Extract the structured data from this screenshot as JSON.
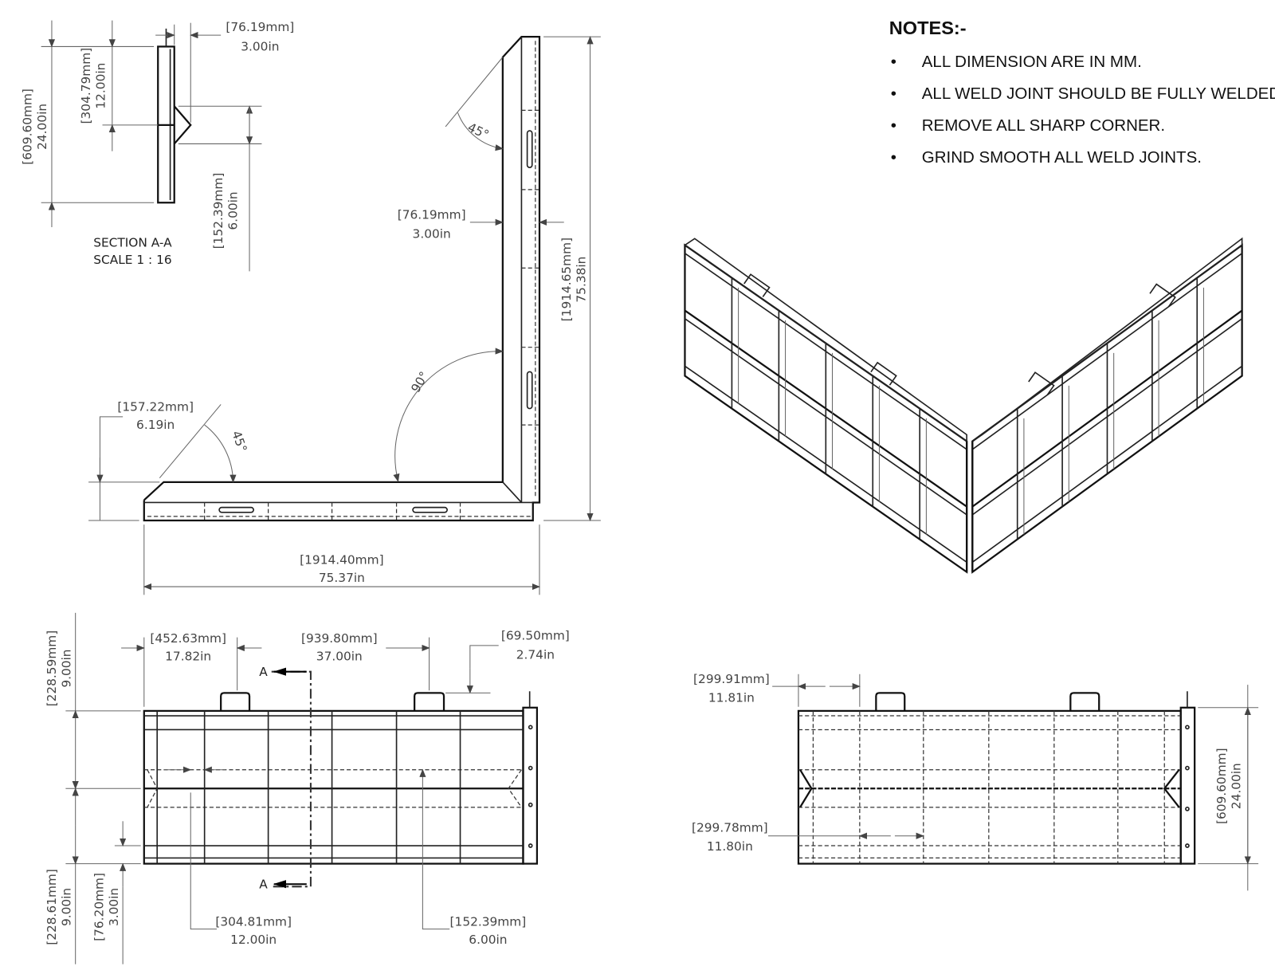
{
  "notes": {
    "title": "NOTES:-",
    "items": [
      "ALL DIMENSION ARE IN MM.",
      "ALL WELD JOINT SHOULD BE FULLY WELDED",
      "REMOVE ALL SHARP CORNER.",
      "GRIND SMOOTH ALL WELD JOINTS."
    ],
    "bullet": "•"
  },
  "section": {
    "title": "SECTION A-A",
    "scale": "SCALE 1 : 16",
    "dims": {
      "width": {
        "mm": "[76.19mm]",
        "in": "3.00in"
      },
      "half": {
        "mm": "[304.79mm]",
        "in": "12.00in"
      },
      "height": {
        "mm": "[609.60mm]",
        "in": "24.00in"
      },
      "bracket": {
        "mm": "[152.39mm]",
        "in": "6.00in"
      }
    }
  },
  "plan": {
    "dims": {
      "thickness": {
        "mm": "[76.19mm]",
        "in": "3.00in"
      },
      "vertical_length": {
        "mm": "[1914.65mm]",
        "in": "75.38in"
      },
      "chamfer": {
        "mm": "[157.22mm]",
        "in": "6.19in"
      },
      "horizontal_length": {
        "mm": "[1914.40mm]",
        "in": "75.37in"
      }
    },
    "angles": {
      "top": "45°",
      "corner": "90°",
      "left": "45°"
    }
  },
  "front": {
    "section_label": "A",
    "dims": {
      "handle_offset": {
        "mm": "[452.63mm]",
        "in": "17.82in"
      },
      "handle_spacing": {
        "mm": "[939.80mm]",
        "in": "37.00in"
      },
      "handle_height": {
        "mm": "[69.50mm]",
        "in": "2.74in"
      },
      "upper": {
        "mm": "[228.59mm]",
        "in": "9.00in"
      },
      "lower": {
        "mm": "[228.61mm]",
        "in": "9.00in"
      },
      "rail": {
        "mm": "[76.20mm]",
        "in": "3.00in"
      },
      "rib_spacing": {
        "mm": "[304.81mm]",
        "in": "12.00in"
      },
      "bracket": {
        "mm": "[152.39mm]",
        "in": "6.00in"
      }
    }
  },
  "back": {
    "dims": {
      "handle_offset": {
        "mm": "[299.91mm]",
        "in": "11.81in"
      },
      "rib_spacing": {
        "mm": "[299.78mm]",
        "in": "11.80in"
      },
      "height": {
        "mm": "[609.60mm]",
        "in": "24.00in"
      }
    }
  }
}
